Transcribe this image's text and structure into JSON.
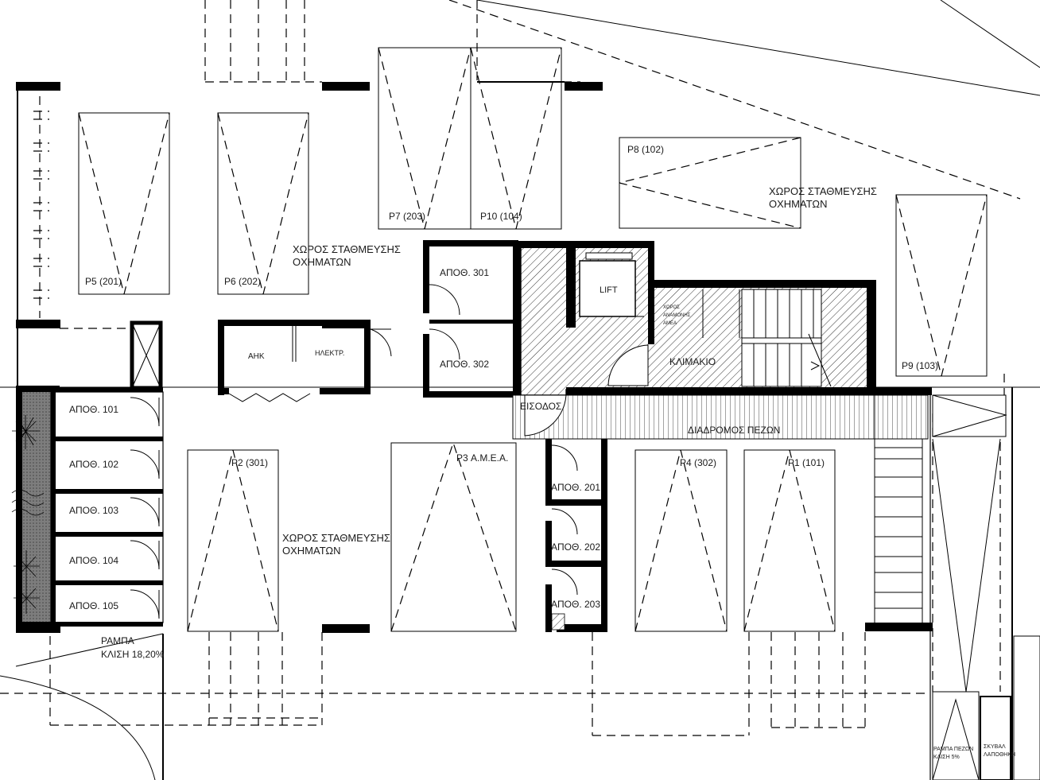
{
  "parking": {
    "zone_label_1": "ΧΩΡΟΣ ΣΤΑΘΜΕΥΣΗΣ",
    "zone_label_2": "ΟΧΗΜΑΤΩΝ",
    "spaces": {
      "p1": "P1 (101)",
      "p2": "P2 (301)",
      "p3": "P3 Α.Μ.Ε.Α.",
      "p4": "P4 (302)",
      "p5": "P5 (201)",
      "p6": "P6 (202)",
      "p7": "P7 (203)",
      "p8": "P8 (102)",
      "p9": "P9 (103)",
      "p10": "P10 (104)"
    }
  },
  "storage": {
    "s101": "ΑΠΟΘ. 101",
    "s102": "ΑΠΟΘ. 102",
    "s103": "ΑΠΟΘ. 103",
    "s104": "ΑΠΟΘ. 104",
    "s105": "ΑΠΟΘ. 105",
    "s201": "ΑΠΟΘ. 201",
    "s202": "ΑΠΟΘ. 202",
    "s203": "ΑΠΟΘ. 203",
    "s301": "ΑΠΟΘ. 301",
    "s302": "ΑΠΟΘ. 302"
  },
  "core": {
    "lift": "LIFT",
    "staircase": "ΚΛΙΜΑΚΙΟ",
    "entrance": "ΕΙΣΟΔΟΣ",
    "waiting_1": "ΧΩΡΟΣ",
    "waiting_2": "ΑΝΑΜΟΝΗΣ",
    "waiting_3": "ΑΜΕΑ",
    "pedestrian_path": "ΔΙΑΔΡΟΜΟΣ ΠΕΖΩΝ"
  },
  "utility": {
    "ahk": "ΑΗΚ",
    "electrical": "ΗΛΕΚΤΡ."
  },
  "ramp": {
    "label": "ΡΑΜΠΑ",
    "slope": "ΚΛΙΣΗ 18,20%",
    "ped_label": "ΡΑΜΠΑ ΠΕΖΩΝ",
    "ped_slope": "ΚΛΙΣΗ 5%"
  },
  "refuse": {
    "label_1": "ΣΚΥΒΑΛ",
    "label_2": "ΛΑΠΟΘΗΚΗ"
  }
}
